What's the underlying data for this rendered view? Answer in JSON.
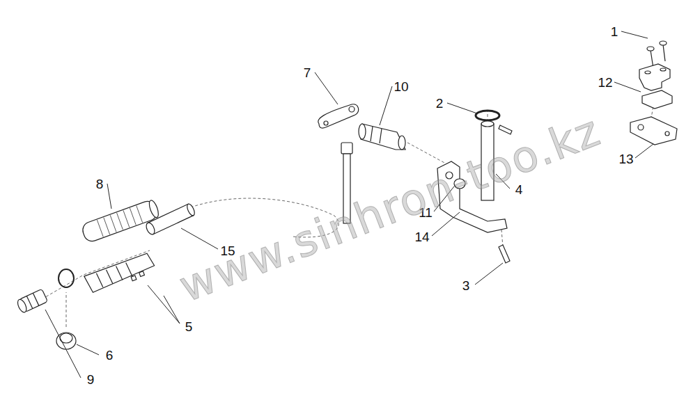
{
  "diagram": {
    "labels": [
      "1",
      "12",
      "13",
      "7",
      "10",
      "2",
      "4",
      "11",
      "14",
      "3",
      "8",
      "15",
      "5",
      "6",
      "9",
      "www.sinhron-too.kz"
    ]
  }
}
